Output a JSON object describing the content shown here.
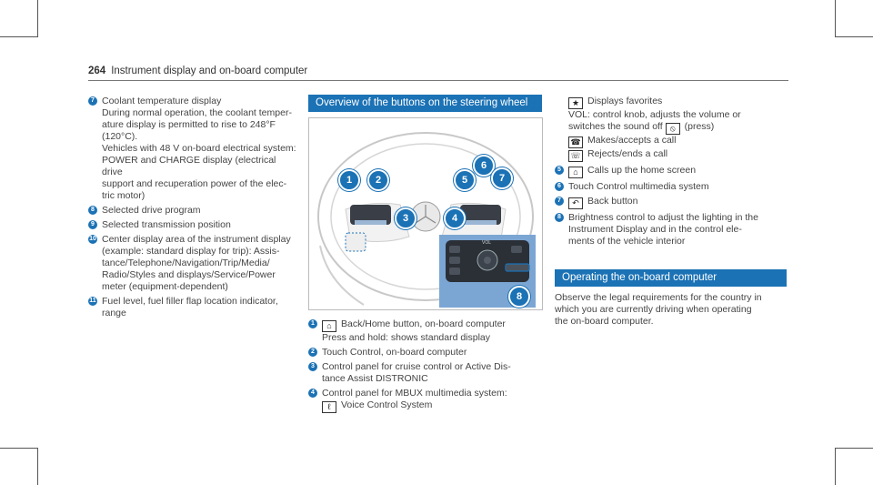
{
  "header": {
    "page_number": "264",
    "title": "Instrument display and on-board computer"
  },
  "left_items": [
    {
      "num": "7",
      "text": "Coolant temperature display",
      "details": [
        "During normal operation, the coolant temper-",
        "ature display is permitted to rise to 248°F",
        "(120°C).",
        "Vehicles with 48 V on-board electrical system:",
        "POWER and CHARGE display (electrical drive",
        "support and recuperation power of the elec-",
        "tric motor)"
      ]
    },
    {
      "num": "8",
      "text": "Selected drive program",
      "details": []
    },
    {
      "num": "9",
      "text": "Selected transmission position",
      "details": []
    },
    {
      "num": "10",
      "text": "Center display area of the instrument display",
      "details": [
        "(example: standard display for trip): Assis-",
        "tance/Telephone/Navigation/Trip/Media/",
        "Radio/Styles and displays/Service/Power",
        "meter (equipment-dependent)"
      ]
    },
    {
      "num": "11",
      "text": "Fuel level, fuel filler flap location indicator,",
      "details": [
        "range"
      ]
    }
  ],
  "mid_section": {
    "title": "Overview of the buttons on the steering wheel",
    "callouts": [
      "1",
      "2",
      "3",
      "4",
      "5",
      "6",
      "7",
      "8"
    ],
    "items": [
      {
        "num": "1",
        "icon": "back-home-icon",
        "text": "Back/Home button, on-board computer",
        "details": [
          "Press and hold: shows standard display"
        ]
      },
      {
        "num": "2",
        "text": "Touch Control, on-board computer",
        "details": []
      },
      {
        "num": "3",
        "text": "Control panel for cruise control or Active Dis-",
        "details": [
          "tance Assist DISTRONIC"
        ]
      },
      {
        "num": "4",
        "text": "Control panel for MBUX multimedia system:",
        "details": []
      }
    ],
    "voice_line": "Voice Control System"
  },
  "right_items": {
    "icon_lines": [
      {
        "icon": "star-icon",
        "glyph": "★",
        "text": "Displays favorites"
      },
      {
        "icon": "none",
        "glyph": "",
        "text": "VOL: control knob, adjusts the volume or"
      },
      {
        "icon": "none",
        "glyph": "",
        "text": "switches the sound off"
      },
      {
        "icon": "phone-accept-icon",
        "glyph": "☎",
        "text": "Makes/accepts a call"
      },
      {
        "icon": "phone-reject-icon",
        "glyph": "☏",
        "text": "Rejects/ends a call"
      }
    ],
    "press_text": "(press)",
    "numbered": [
      {
        "num": "5",
        "icon": "home-icon",
        "text": "Calls up the home screen"
      },
      {
        "num": "6",
        "text": "Touch Control multimedia system"
      },
      {
        "num": "7",
        "icon": "back-icon",
        "text": "Back button"
      },
      {
        "num": "8",
        "text": "Brightness control to adjust the lighting in the",
        "details": [
          "Instrument Display and in the control ele-",
          "ments of the vehicle interior"
        ]
      }
    ],
    "section_title": "Operating the on-board computer",
    "section_text": [
      "Observe the legal requirements for the country in",
      "which you are currently driving when operating",
      "the on-board computer."
    ]
  },
  "figure_labels": {
    "vol": "VOL"
  },
  "colors": {
    "accent": "#1b72b5"
  }
}
